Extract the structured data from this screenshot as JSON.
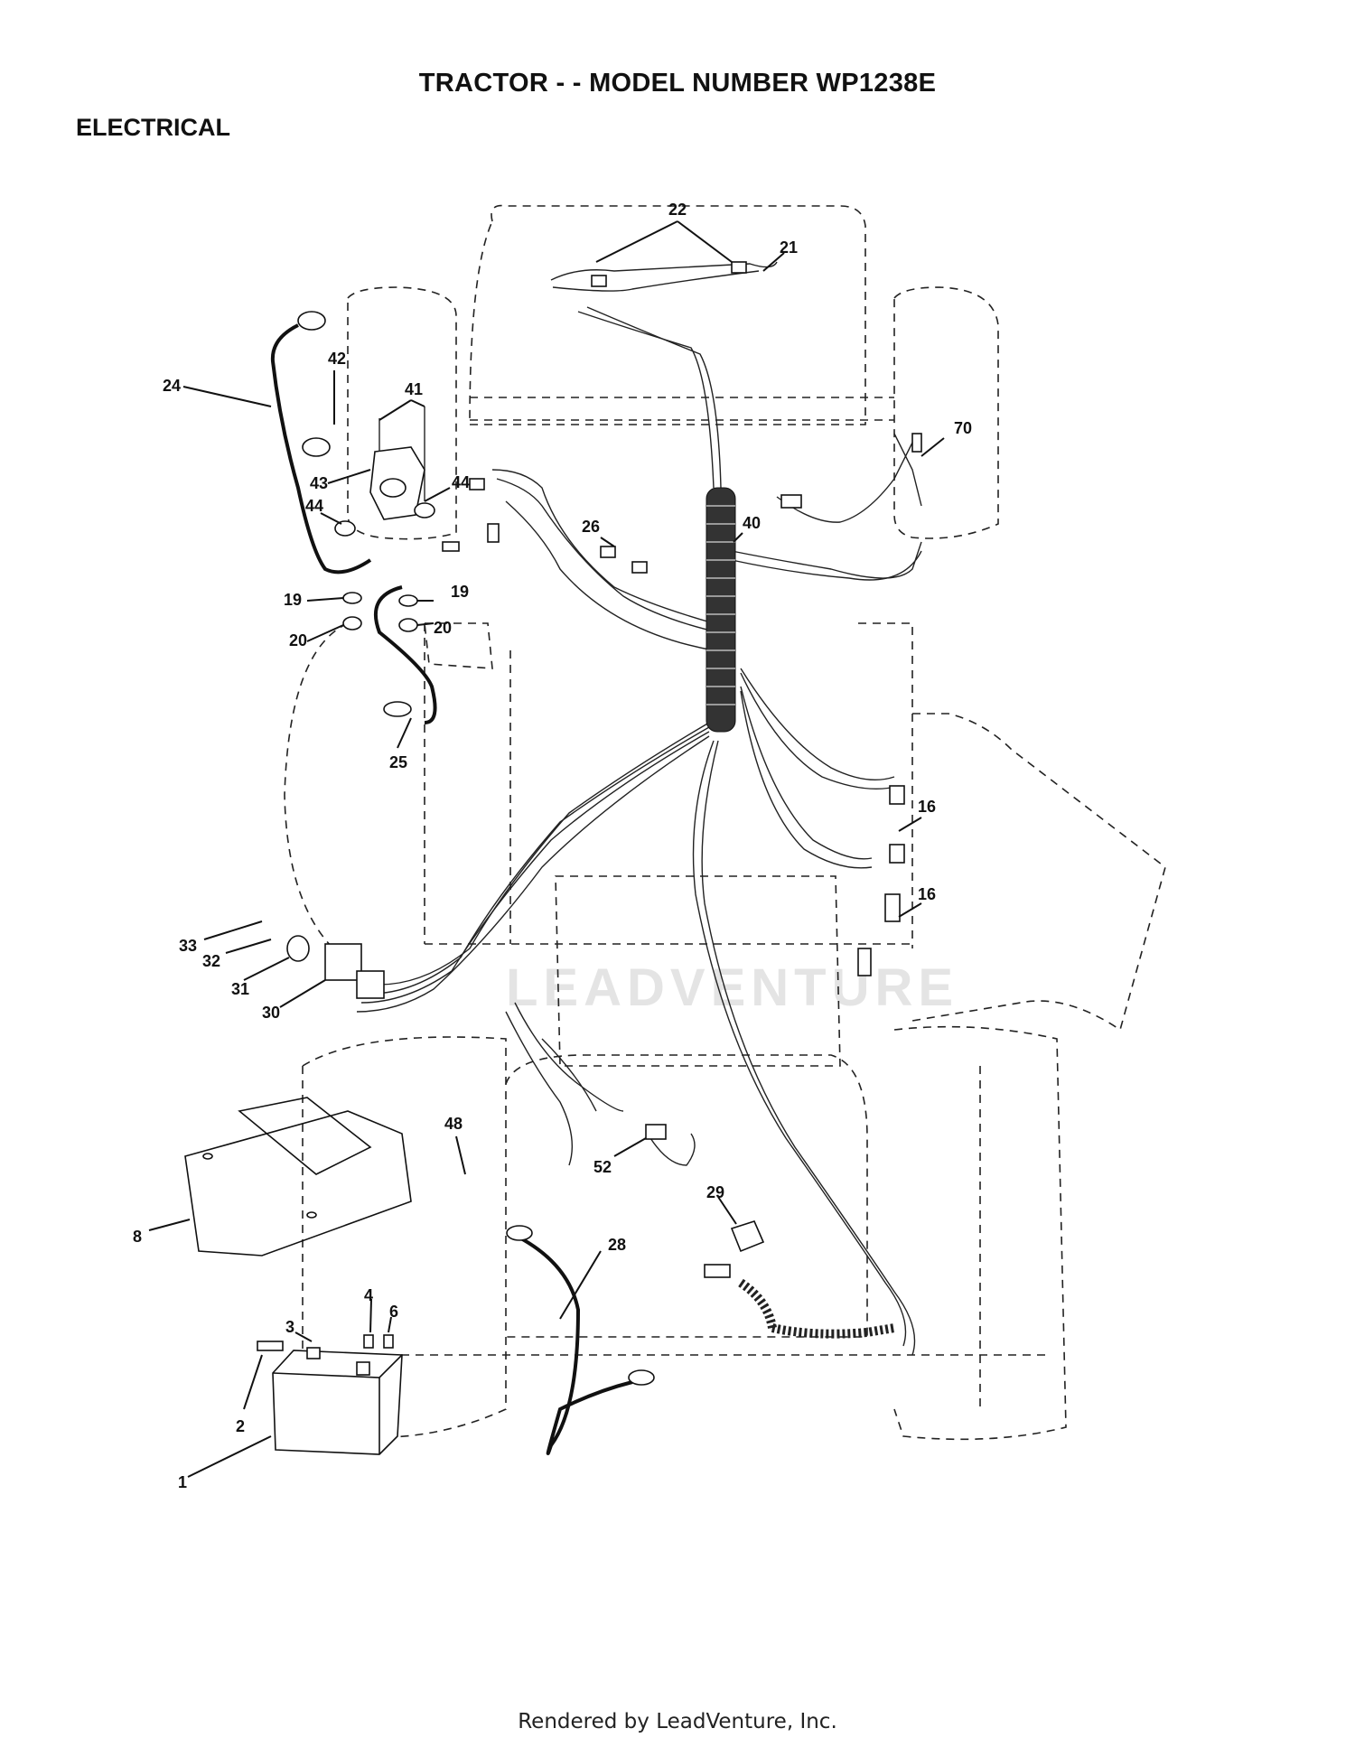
{
  "title": "TRACTOR - - MODEL NUMBER WP1238E",
  "section": "ELECTRICAL",
  "watermark": "LEADVENTURE",
  "footer": "Rendered by LeadVenture, Inc.",
  "callouts": [
    "22",
    "21",
    "70",
    "24",
    "42",
    "41",
    "43",
    "44",
    "44",
    "26",
    "40",
    "19",
    "19",
    "20",
    "20",
    "25",
    "16",
    "16",
    "33",
    "32",
    "31",
    "30",
    "48",
    "52",
    "29",
    "8",
    "28",
    "4",
    "6",
    "3",
    "2",
    "1"
  ]
}
